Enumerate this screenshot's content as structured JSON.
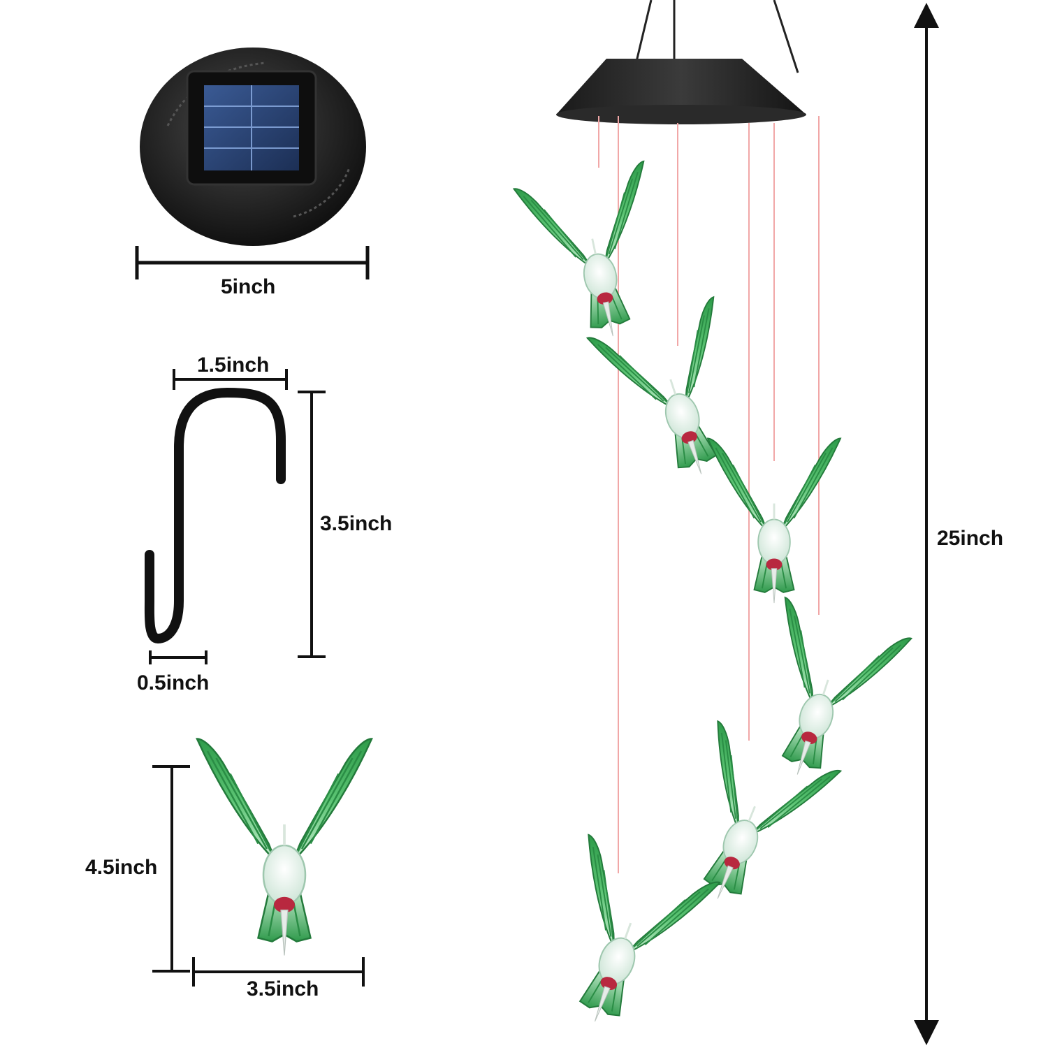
{
  "labels": {
    "top_width": "5inch",
    "hook_width": "1.5inch",
    "hook_height": "3.5inch",
    "hook_bottom": "0.5inch",
    "bird_height": "4.5inch",
    "bird_width": "3.5inch",
    "total_height": "25inch"
  },
  "colors": {
    "wing_green": "#3fae5a",
    "wing_light": "#9fe0ae",
    "body_white": "#e9f4ee",
    "throat_red": "#b8283f",
    "string_pink": "#f1a7a7",
    "plastic_black": "#1c1c1c",
    "solar_blue": "#27406e"
  }
}
